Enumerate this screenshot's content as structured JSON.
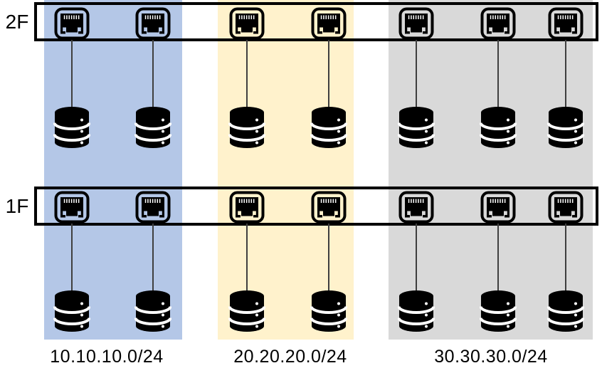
{
  "diagram": {
    "floors": [
      {
        "label": "2F",
        "switch_ports": 7
      },
      {
        "label": "1F",
        "switch_ports": 7
      }
    ],
    "subnets": [
      {
        "label": "10.10.10.0/24",
        "band_color": "#B4C7E7",
        "hosts_per_floor": 2
      },
      {
        "label": "20.20.20.0/24",
        "band_color": "#FFF2CC",
        "hosts_per_floor": 2
      },
      {
        "label": "30.30.30.0/24",
        "band_color": "#D9D9D9",
        "hosts_per_floor": 3
      }
    ],
    "icons": {
      "port": "ethernet-port-icon",
      "host": "database-icon"
    },
    "colors": {
      "bar_border": "#000000",
      "connector_line": "#3f3f3f",
      "background": "#ffffff",
      "text": "#000000"
    }
  }
}
